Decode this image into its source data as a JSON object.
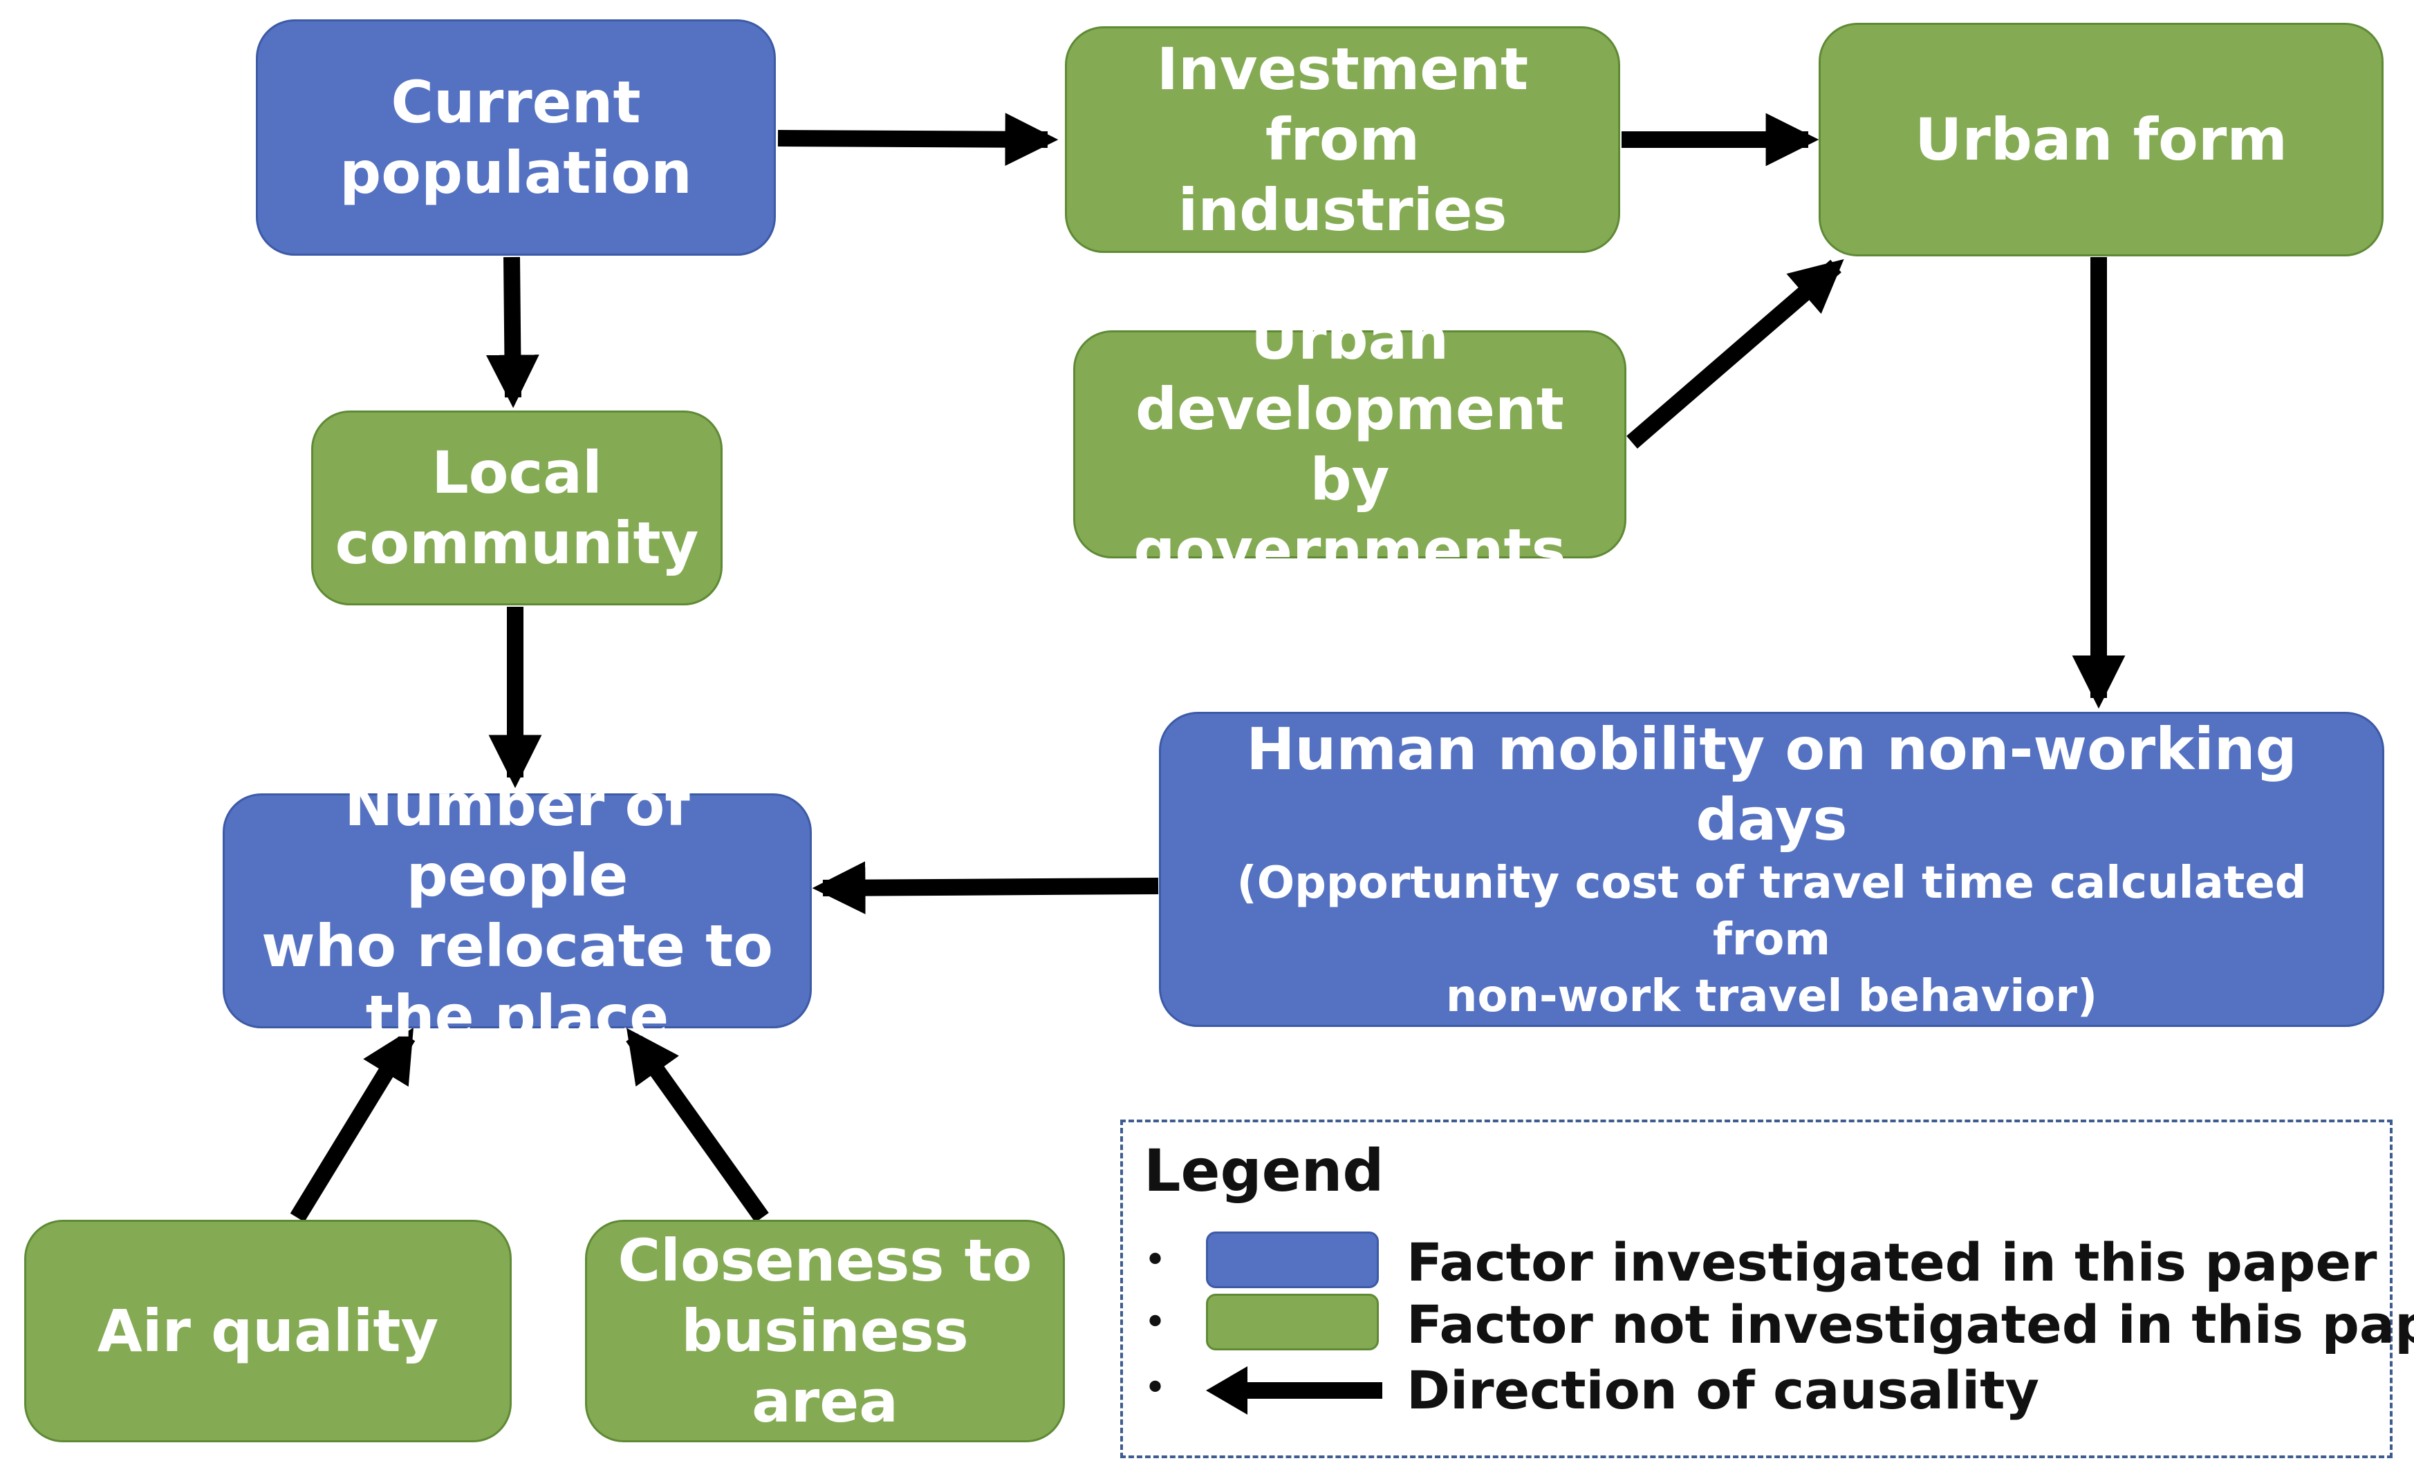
{
  "nodes": {
    "current_population": {
      "lines": [
        "Current",
        "population"
      ]
    },
    "investment": {
      "lines": [
        "Investment from",
        "industries"
      ]
    },
    "urban_form": {
      "lines": [
        "Urban form"
      ]
    },
    "urban_development": {
      "lines": [
        "Urban",
        "development by",
        "governments"
      ]
    },
    "local_community": {
      "lines": [
        "Local",
        "community"
      ]
    },
    "human_mobility": {
      "title": "Human mobility on non-working days",
      "sub1": "(Opportunity cost of travel time calculated from",
      "sub2": "non-work travel behavior)"
    },
    "number_people": {
      "lines": [
        "Number of people",
        "who relocate to",
        "the place"
      ]
    },
    "air_quality": {
      "lines": [
        "Air quality"
      ]
    },
    "closeness": {
      "lines": [
        "Closeness to",
        "business area"
      ]
    }
  },
  "legend": {
    "title": "Legend",
    "bullet": "•",
    "items": [
      {
        "label": "Factor investigated in this paper"
      },
      {
        "label": "Factor not investigated in this paper"
      },
      {
        "label": "Direction of causality"
      }
    ]
  },
  "colors": {
    "investigated": "#5572c2",
    "not_investigated": "#84ab54",
    "arrow": "#000000"
  }
}
